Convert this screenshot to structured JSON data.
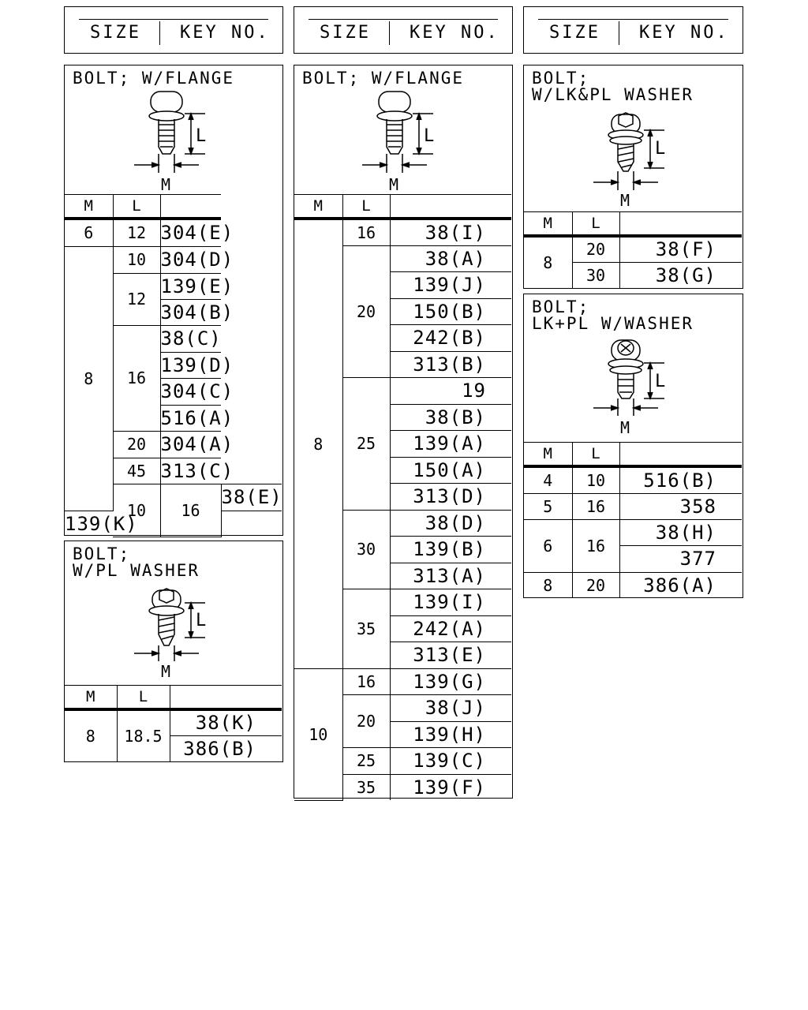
{
  "header": {
    "size_label": "SIZE",
    "key_label": "KEY NO."
  },
  "columns": {
    "m": "M",
    "l": "L"
  },
  "bolt_flange_1": {
    "title": "BOLT; W/FLANGE",
    "rows": [
      [
        "6",
        "12",
        "304(E)"
      ],
      [
        "8",
        "10",
        "304(D)"
      ],
      [
        "",
        "12",
        "139(E)"
      ],
      [
        "",
        "",
        "304(B)"
      ],
      [
        "",
        "16",
        "38(C)"
      ],
      [
        "",
        "",
        "139(D)"
      ],
      [
        "",
        "",
        "304(C)"
      ],
      [
        "",
        "",
        "516(A)"
      ],
      [
        "",
        "20",
        "304(A)"
      ],
      [
        "",
        "45",
        "313(C)"
      ],
      [
        "10",
        "16",
        "38(E)"
      ],
      [
        "",
        "",
        "139(K)"
      ]
    ]
  },
  "bolt_pl_washer": {
    "title": "BOLT;\nW/PL WASHER",
    "rows": [
      [
        "8",
        "18.5",
        "38(K)"
      ],
      [
        "",
        "",
        "386(B)"
      ]
    ]
  },
  "bolt_flange_2": {
    "title": "BOLT; W/FLANGE",
    "rows": [
      [
        "8",
        "16",
        "38(I)"
      ],
      [
        "",
        "20",
        "38(A)"
      ],
      [
        "",
        "",
        "139(J)"
      ],
      [
        "",
        "",
        "150(B)"
      ],
      [
        "",
        "",
        "242(B)"
      ],
      [
        "",
        "",
        "313(B)"
      ],
      [
        "",
        "25",
        "19"
      ],
      [
        "",
        "",
        "38(B)"
      ],
      [
        "",
        "",
        "139(A)"
      ],
      [
        "",
        "",
        "150(A)"
      ],
      [
        "",
        "",
        "313(D)"
      ],
      [
        "",
        "30",
        "38(D)"
      ],
      [
        "",
        "",
        "139(B)"
      ],
      [
        "",
        "",
        "313(A)"
      ],
      [
        "",
        "35",
        "139(I)"
      ],
      [
        "",
        "",
        "242(A)"
      ],
      [
        "",
        "",
        "313(E)"
      ],
      [
        "10",
        "16",
        "139(G)"
      ],
      [
        "",
        "20",
        "38(J)"
      ],
      [
        "",
        "",
        "139(H)"
      ],
      [
        "",
        "25",
        "139(C)"
      ],
      [
        "",
        "35",
        "139(F)"
      ]
    ]
  },
  "bolt_lk_pl_washer": {
    "title": "BOLT;\nW/LK&PL WASHER",
    "rows": [
      [
        "8",
        "20",
        "38(F)"
      ],
      [
        "",
        "30",
        "38(G)"
      ]
    ]
  },
  "bolt_lkpl_w_washer": {
    "title": "BOLT;\nLK+PL W/WASHER",
    "rows": [
      [
        "4",
        "10",
        "516(B)"
      ],
      [
        "5",
        "16",
        "358"
      ],
      [
        "6",
        "16",
        "38(H)"
      ],
      [
        "",
        "",
        "377"
      ],
      [
        "8",
        "20",
        "386(A)"
      ]
    ]
  },
  "diagram": {
    "dim_l": "L",
    "dim_m": "M"
  },
  "icons": {
    "flange_bolt": "flange-bolt-icon",
    "washer_bolt": "washer-bolt-icon",
    "cross_head_bolt": "cross-head-bolt-icon"
  }
}
